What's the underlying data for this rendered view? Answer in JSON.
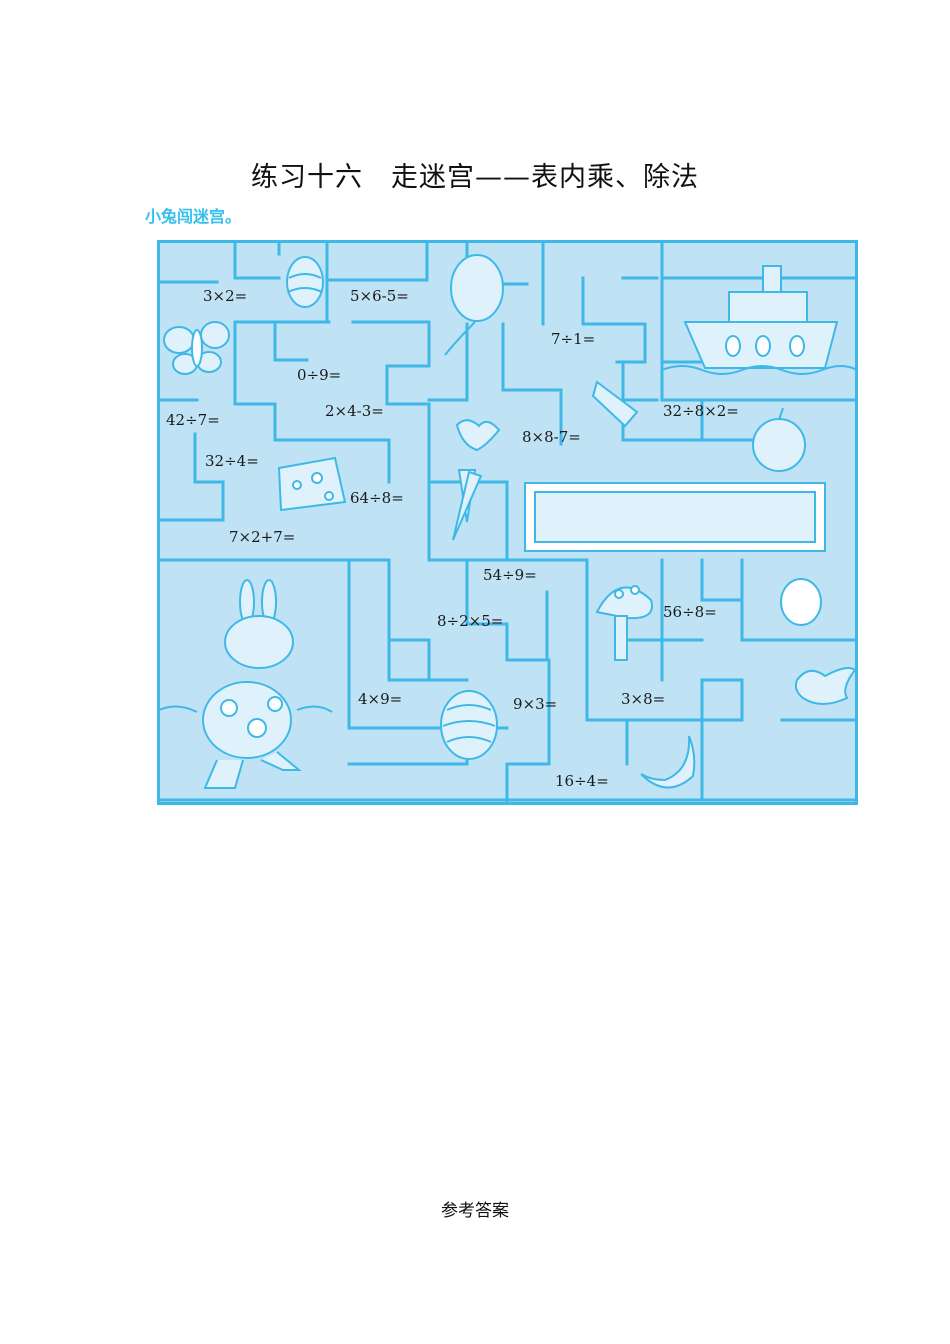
{
  "page": {
    "title": "练习十六　走迷宫——表内乘、除法",
    "subtitle": "小兔闯迷宫。",
    "footer": "参考答案"
  },
  "colors": {
    "maze_bg": "#bfe3f5",
    "wall": "#3fb8e8",
    "subtitle": "#35c0ee",
    "picture_fill": "#dff2fc"
  },
  "expressions": [
    "3×2=",
    "5×6-5=",
    "7÷1=",
    "0÷9=",
    "2×4-3=",
    "42÷7=",
    "32÷8×2=",
    "8×8-7=",
    "32÷4=",
    "64÷8=",
    "7×2+7=",
    "54÷9=",
    "56÷8=",
    "8÷2×5=",
    "4×9=",
    "9×3=",
    "3×8=",
    "16÷4="
  ],
  "icons": [
    "butterfly-icon",
    "easter-egg-icon",
    "balloon-icon",
    "ship-icon",
    "crayon-icon",
    "apple-icon",
    "carrot-icon",
    "cheese-icon",
    "rabbit-icon",
    "mushroom-icon",
    "egg-icon",
    "bird-icon",
    "banana-icon",
    "patterned-egg-icon"
  ]
}
